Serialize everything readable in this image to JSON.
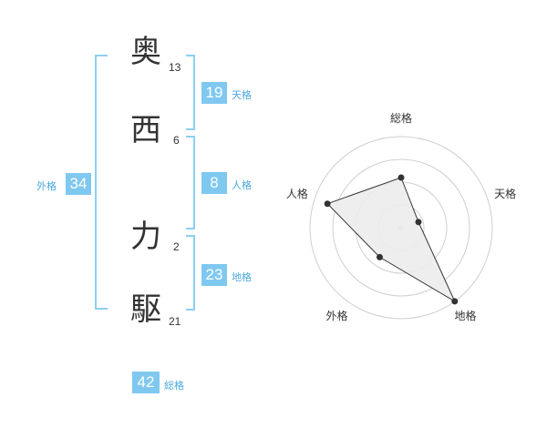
{
  "name_chars": [
    {
      "char": "奥",
      "strokes": "13"
    },
    {
      "char": "西",
      "strokes": "6"
    },
    {
      "char": "力",
      "strokes": "2"
    },
    {
      "char": "駆",
      "strokes": "21"
    }
  ],
  "fortunes": {
    "tenkaku": {
      "value": "19",
      "label": "天格"
    },
    "jinkaku": {
      "value": "8",
      "label": "人格"
    },
    "chikaku": {
      "value": "23",
      "label": "地格"
    },
    "gaikaku": {
      "value": "34",
      "label": "外格"
    },
    "soukaku": {
      "value": "42",
      "label": "総格"
    }
  },
  "colors": {
    "badge": "#7fc8f0",
    "bracket": "#8ccff3",
    "label": "#4aa8e0",
    "radar_fill": "#ececec"
  },
  "chart_data": {
    "type": "radar",
    "axes": [
      "総格",
      "天格",
      "地格",
      "外格",
      "人格"
    ],
    "values": [
      0.55,
      0.2,
      1.0,
      0.4,
      0.85
    ],
    "rings": 4,
    "title": ""
  }
}
